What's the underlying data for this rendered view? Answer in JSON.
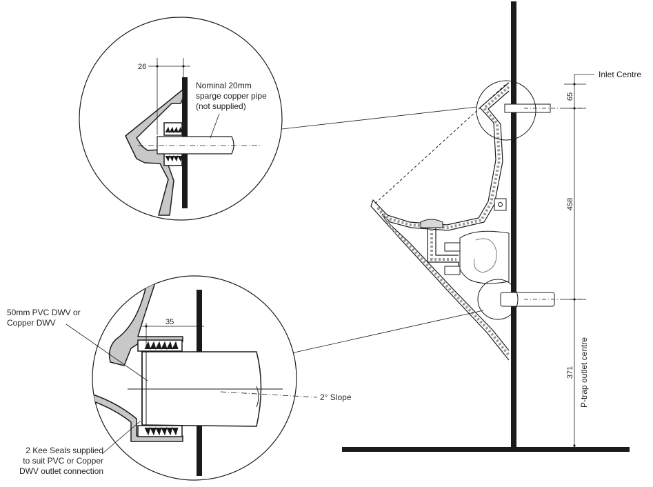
{
  "colors": {
    "line": "#1a1a1a",
    "fixture_fill": "#c8c8c8",
    "pipe_fill": "#ffffff",
    "background": "#ffffff"
  },
  "labels": {
    "inlet_centre": "Inlet Centre",
    "ptrap_outlet_centre": "P-trap outlet centre",
    "sparge_pipe_1": "Nominal 20mm",
    "sparge_pipe_2": "sparge copper pipe",
    "sparge_pipe_3": "(not supplied)",
    "pvc_1": "50mm PVC DWV or",
    "pvc_2": "Copper DWV",
    "slope": "2° Slope",
    "kee_1": "2 Kee Seals supplied",
    "kee_2": "to suit PVC or Copper",
    "kee_3": "DWV outlet connection"
  },
  "dimensions": {
    "inlet_offset": "26",
    "outlet_offset": "35",
    "inlet_to_top": "65",
    "inlet_to_outlet": "458",
    "outlet_to_floor": "371"
  }
}
